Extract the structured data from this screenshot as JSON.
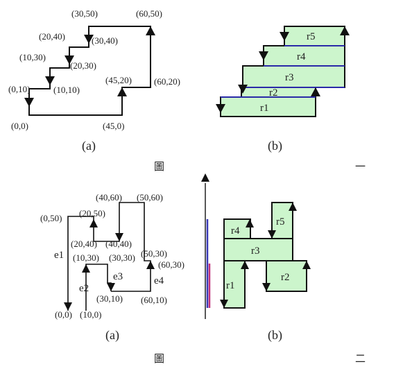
{
  "figure1": {
    "panel_a": {
      "caption": "(a)",
      "points": [
        "(30,50)",
        "(60,50)",
        "(20,40)",
        "(30,40)",
        "(10,30)",
        "(20,30)",
        "(0,10)",
        "(10,10)",
        "(45,20)",
        "(60,20)",
        "(0,0)",
        "(45,0)"
      ]
    },
    "panel_b": {
      "caption": "(b)",
      "rects": [
        "r5",
        "r4",
        "r3",
        "r2",
        "r1"
      ]
    },
    "caption": "圖",
    "number": "一"
  },
  "figure2": {
    "panel_a": {
      "caption": "(a)",
      "points": [
        "(40,60)",
        "(50,60)",
        "(0,50)",
        "(20,50)",
        "(20,40)",
        "(40,40)",
        "(10,30)",
        "(30,30)",
        "(50,30)",
        "(60,30)",
        "(30,10)",
        "(60,10)",
        "(0,0)",
        "(10,0)"
      ],
      "edges": [
        "e1",
        "e2",
        "e3",
        "e4"
      ]
    },
    "panel_b": {
      "caption": "(b)",
      "rects": [
        "r4",
        "r5",
        "r3",
        "r1",
        "r2"
      ]
    },
    "caption": "圖",
    "number": "二"
  },
  "colors": {
    "stroke": "#111111",
    "fill": "#ccf5cc",
    "divider": "#2a2aa8",
    "axis_blue": "#3a3ab8",
    "axis_magenta": "#c0307a"
  }
}
